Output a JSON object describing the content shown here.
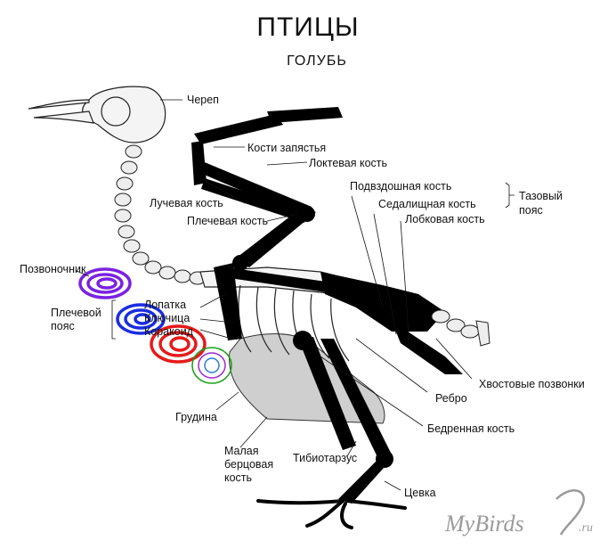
{
  "title": "ПТИЦЫ",
  "subtitle": "ГОЛУБЬ",
  "labels": {
    "skull": "Череп",
    "carpals": "Кости запястья",
    "ulna": "Локтевая кость",
    "radius": "Лучевая кость",
    "humerus": "Плечевая кость",
    "ilium": "Подвздошная кость",
    "ischium": "Седалищная кость",
    "pubis": "Лобковая кость",
    "pelvis_line1": "Тазовый",
    "pelvis_line2": "пояс",
    "spine": "Позвоночник",
    "shoulder_line1": "Плечевой",
    "shoulder_line2": "пояс",
    "scapula": "Лопатка",
    "clavicle": "Ключица",
    "coracoid": "Коракоид",
    "tail_vertebrae": "Хвостовые позвонки",
    "rib": "Ребро",
    "femur": "Бедренная кость",
    "sternum": "Грудина",
    "fibula_line1": "Малая",
    "fibula_line2": "берцовая",
    "fibula_line3": "кость",
    "tibiotarsus": "Тибиотарзус",
    "tarsometatarsus": "Цевка"
  },
  "watermark": {
    "main": "MyBirds",
    "suffix": ".ru"
  },
  "colors": {
    "scribble_violet": "#7a22e0",
    "scribble_blue": "#1a2de0",
    "scribble_red": "#e61a1a",
    "scribble_multi": "#1aa01a"
  }
}
